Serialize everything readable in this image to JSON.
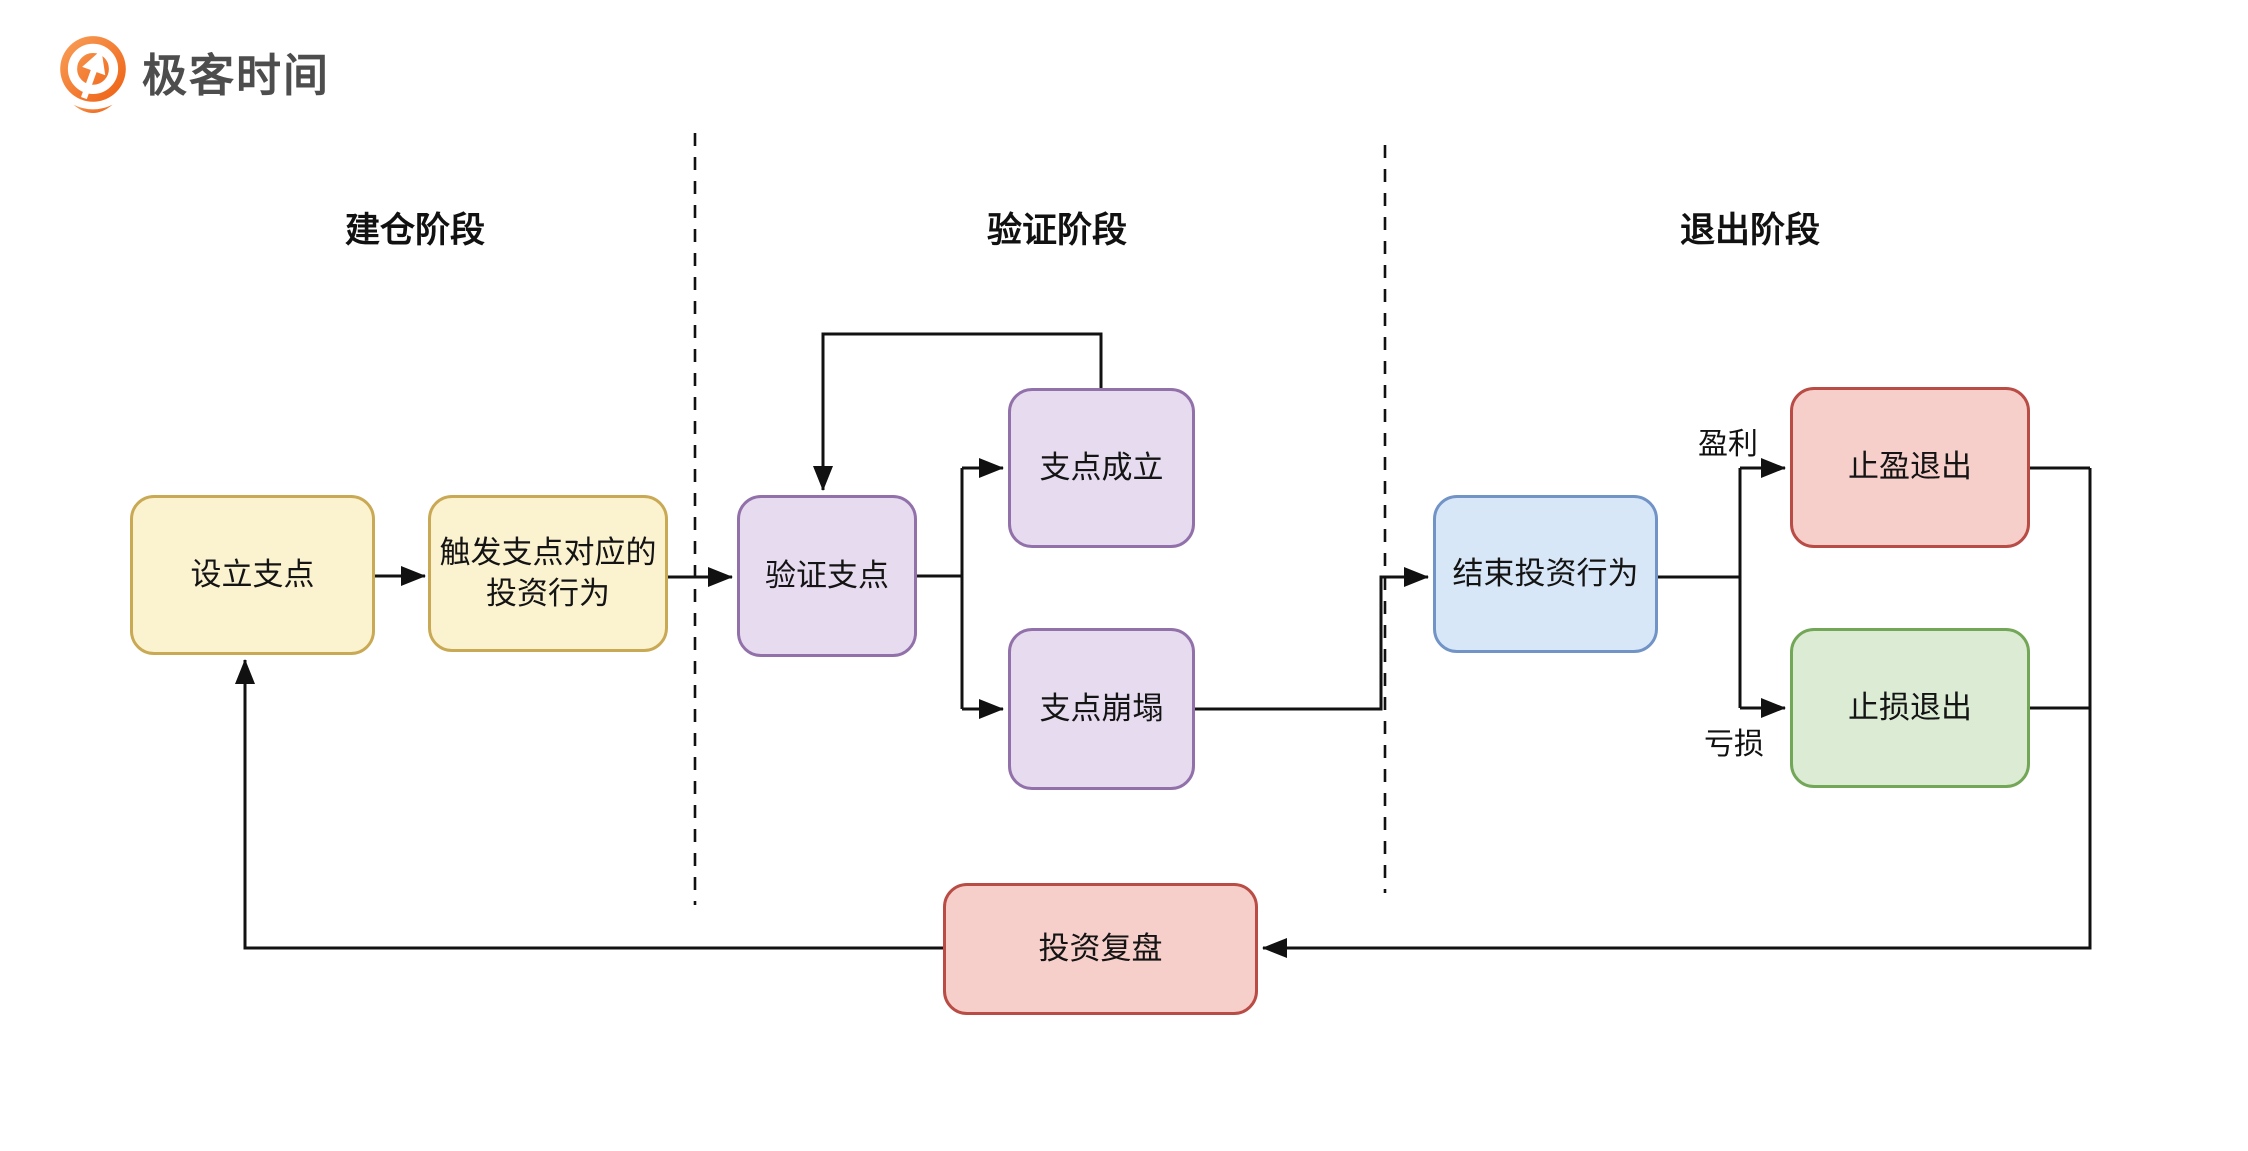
{
  "logo": {
    "text": "极客时间",
    "icon": "geektime-logo-icon",
    "orange": "#F4741B",
    "text_color": "#4D4D4D"
  },
  "phases": {
    "build": {
      "label": "建仓阶段"
    },
    "verify": {
      "label": "验证阶段"
    },
    "exit": {
      "label": "退出阶段"
    }
  },
  "nodes": {
    "set_pivot": {
      "label": "设立支点",
      "fill": "#FBF2D0",
      "border": "#C9A953"
    },
    "trigger_investment": {
      "label": "触发支点对应的投资行为",
      "lines": [
        "触发支点对应的",
        "投资行为"
      ],
      "fill": "#FBF2D0",
      "border": "#C9A953"
    },
    "verify_pivot": {
      "label": "验证支点",
      "fill": "#E6DBEF",
      "border": "#9271AB"
    },
    "pivot_established": {
      "label": "支点成立",
      "fill": "#E6DBEF",
      "border": "#9271AB"
    },
    "pivot_collapsed": {
      "label": "支点崩塌",
      "fill": "#E6DBEF",
      "border": "#9271AB"
    },
    "end_investment": {
      "label": "结束投资行为",
      "fill": "#D8E7F7",
      "border": "#7193C6"
    },
    "take_profit_exit": {
      "label": "止盈退出",
      "fill": "#F6CFCA",
      "border": "#B94C45"
    },
    "stop_loss_exit": {
      "label": "止损退出",
      "fill": "#DCEBD4",
      "border": "#73A758"
    },
    "investment_review": {
      "label": "投资复盘",
      "fill": "#F6CFCA",
      "border": "#B94C45"
    }
  },
  "edge_labels": {
    "profit": "盈利",
    "loss": "亏损"
  },
  "colors": {
    "line": "#111111",
    "background": "#FFFFFF"
  }
}
